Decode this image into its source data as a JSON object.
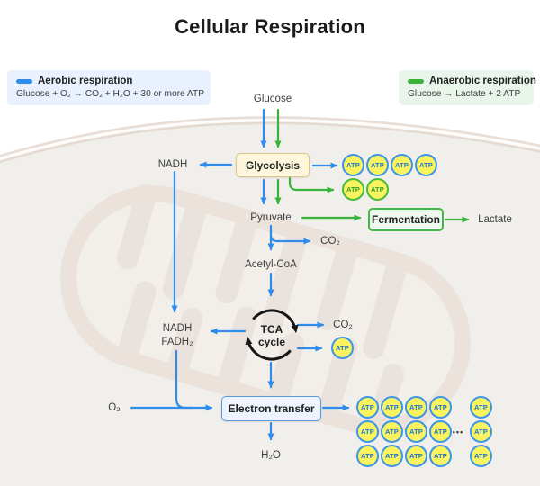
{
  "title": "Cellular Respiration",
  "colors": {
    "blue": "#2f8ce9",
    "green": "#3bb33a",
    "arrow_black": "#161616",
    "atp_fill": "#f8f35e",
    "atp_blue_border": "#3d95e8",
    "atp_blue_text": "#1b74d8",
    "atp_green_border": "#47bd3b",
    "atp_green_text": "#2ea42e",
    "glycolysis_fill": "#fdf6dc",
    "glycolysis_border": "#ddc584",
    "fermentation_fill": "#eef8ee",
    "fermentation_border": "#43b64a",
    "electron_fill": "#edf4fd",
    "electron_border": "#5a9be0",
    "legend_aerobic_bg": "#e8f1fd",
    "legend_anaerobic_bg": "#e9f5ea",
    "canvas_bg": "#f1efec",
    "membrane": "#e0d3ca",
    "mito": "#e4d6cc",
    "mito_inner": "#f3efeb",
    "text_dark": "#3e3e3e",
    "title_color": "#1b1b1b"
  },
  "legend_aerobic": {
    "label": "Aerobic respiration",
    "equation": "Glucose + O₂ → CO₂ + H₂O + 30 or more ATP"
  },
  "legend_anaerobic": {
    "label": "Anaerobic respiration",
    "equation": "Glucose → Lactate + 2 ATP"
  },
  "nodes": {
    "glucose": "Glucose",
    "glycolysis": "Glycolysis",
    "nadh": "NADH",
    "pyruvate": "Pyruvate",
    "fermentation": "Fermentation",
    "lactate": "Lactate",
    "co2_from_pyruvate": "CO₂",
    "acetyl_coa": "Acetyl-CoA",
    "tca_line1": "TCA",
    "tca_line2": "cycle",
    "co2_from_tca": "CO₂",
    "nadh_fadh2_line1": "NADH",
    "nadh_fadh2_line2": "FADH₂",
    "o2": "O₂",
    "electron_transfer": "Electron transfer",
    "h2o": "H₂O"
  },
  "atp": {
    "label": "ATP",
    "glycolysis_aerobic_count": 4,
    "glycolysis_anaerobic_count": 2,
    "tca_count": 1,
    "electron_grid": {
      "rows": 3,
      "cols": 4,
      "extra_col_count": 3,
      "ellipsis": "•••"
    }
  }
}
